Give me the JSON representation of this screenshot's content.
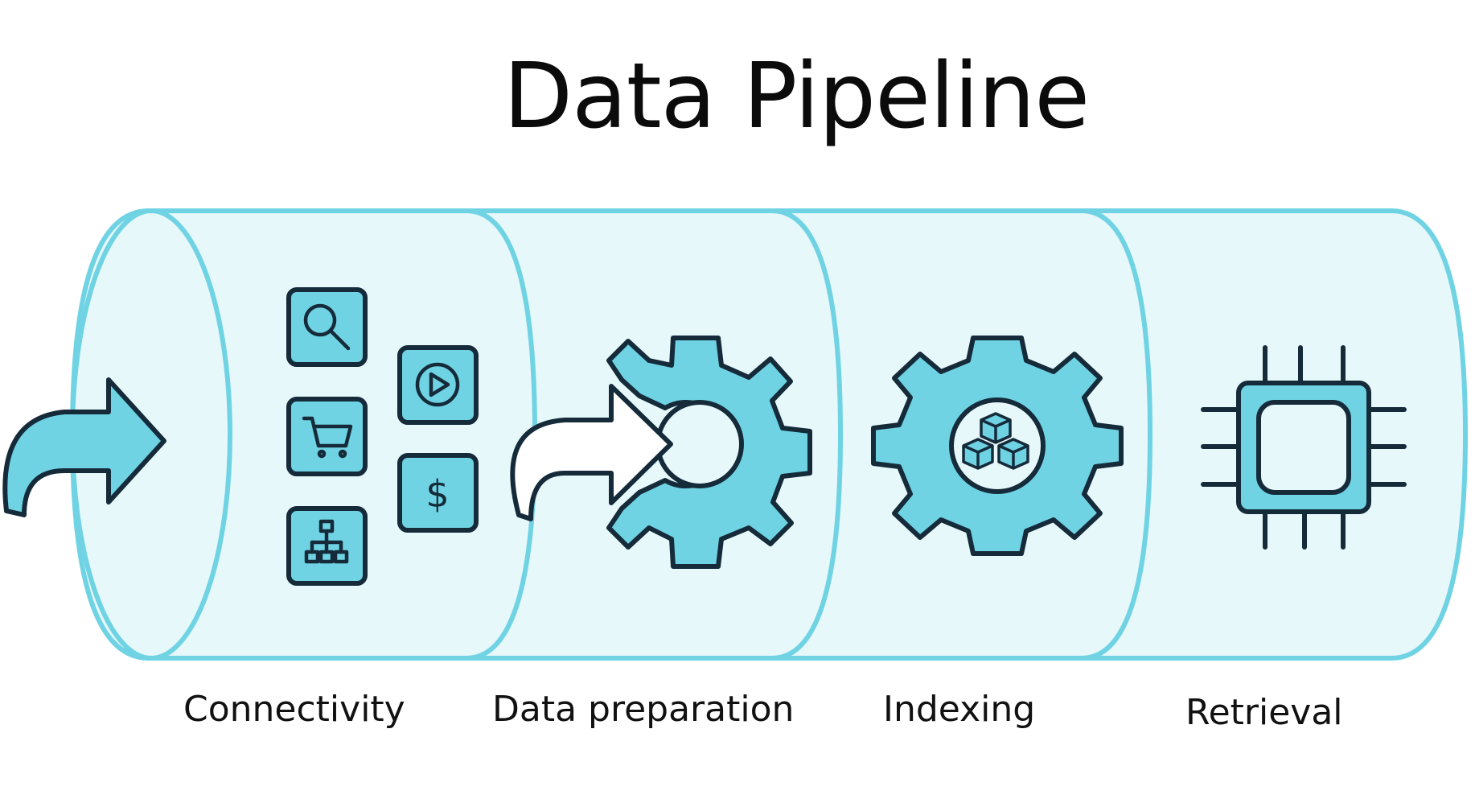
{
  "title": "Data Pipeline",
  "stages": [
    {
      "label": "Connectivity",
      "icon": "connectivity-sources-icons"
    },
    {
      "label": "Data preparation",
      "icon": "gear-with-input-arrow-icon"
    },
    {
      "label": "Indexing",
      "icon": "gear-with-cubes-icon"
    },
    {
      "label": "Retrieval",
      "icon": "chip-icon"
    }
  ],
  "colors": {
    "pipe_fill": "#e6f8fa",
    "pipe_stroke": "#6fd3e4",
    "icon_fill": "#6fd3e4",
    "icon_stroke": "#152b3a",
    "text": "#111111"
  }
}
